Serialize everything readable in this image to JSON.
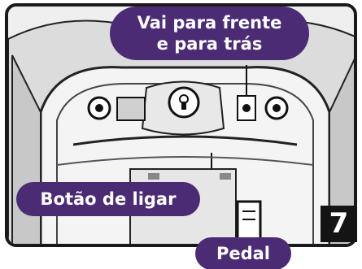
{
  "callouts": {
    "forward_backward_line1": "Vai para frente",
    "forward_backward_line2": "e para trás",
    "power_button": "Botão de ligar",
    "pedal": "Pedal"
  },
  "step_number": "7"
}
